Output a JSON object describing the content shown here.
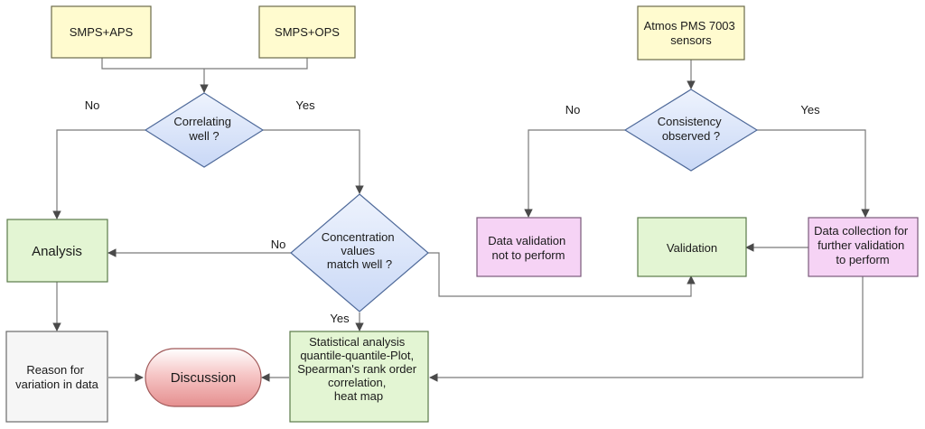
{
  "nodes": {
    "smps_aps": [
      "SMPS+APS"
    ],
    "smps_ops": [
      "SMPS+OPS"
    ],
    "correlating": [
      "Correlating",
      "well ?"
    ],
    "analysis": [
      "Analysis"
    ],
    "concentration": [
      "Concentration",
      "values",
      "match well ?"
    ],
    "reason": [
      "Reason for",
      "variation in data"
    ],
    "discussion": [
      "Discussion"
    ],
    "statistical": [
      "Statistical analysis",
      "",
      "quantile-quantile-Plot,",
      "Spearman's rank order",
      "correlation,",
      "heat map"
    ],
    "atmos": [
      "Atmos PMS 7003",
      "sensors"
    ],
    "consistency": [
      "Consistency",
      "observed ?"
    ],
    "no_validation": [
      "Data validation",
      "not to perform"
    ],
    "validation": [
      "Validation"
    ],
    "data_collection": [
      "Data collection for",
      "further validation",
      "to perform"
    ]
  },
  "edge_labels": {
    "correlating_no": "No",
    "correlating_yes": "Yes",
    "concentration_no": "No",
    "concentration_yes": "Yes",
    "consistency_no": "No",
    "consistency_yes": "Yes"
  },
  "colors": {
    "green_box": "#e3f5d3",
    "yellow_box": "#fffbcf",
    "pink_box": "#f6d3f5",
    "grey_box": "#f6f6f6",
    "diamond": "#d6e3fa",
    "discussion_top": "#ffffff",
    "discussion_bottom": "#ea9d9d",
    "stroke": "#5a5a5a",
    "arrow": "#7a7a7a"
  }
}
